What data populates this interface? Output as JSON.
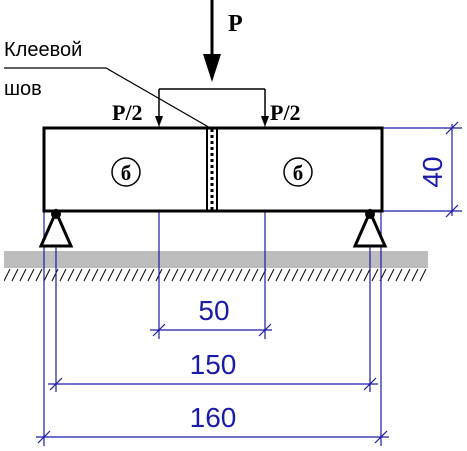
{
  "labels": {
    "force_main": "P",
    "force_left": "P/2",
    "force_right": "P/2",
    "glue_joint_line1": "Клеевой",
    "glue_joint_line2": "шов",
    "block_left": "б",
    "block_right": "б"
  },
  "dimensions": {
    "height": "40",
    "load_span": "50",
    "support_span": "150",
    "total_length": "160"
  },
  "colors": {
    "drawing": "#000000",
    "dimension": "#1a1aa8",
    "ground": "#bdbdbd"
  }
}
